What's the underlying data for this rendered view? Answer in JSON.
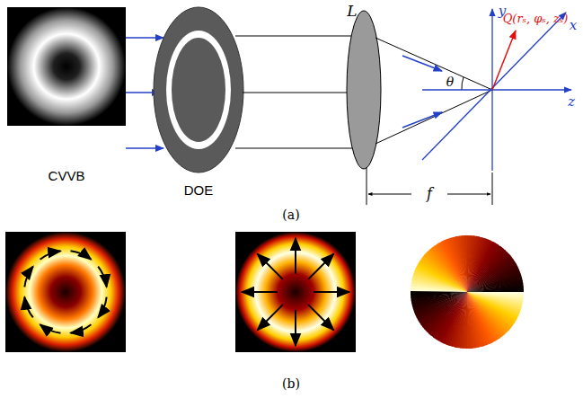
{
  "diagram": {
    "labels": [
      "CVVB",
      "DOE",
      "L",
      "y",
      "Q(rₛ, φₛ, zₛ)",
      "x",
      "θ",
      "z",
      "f",
      "(a)",
      "(b)"
    ]
  }
}
